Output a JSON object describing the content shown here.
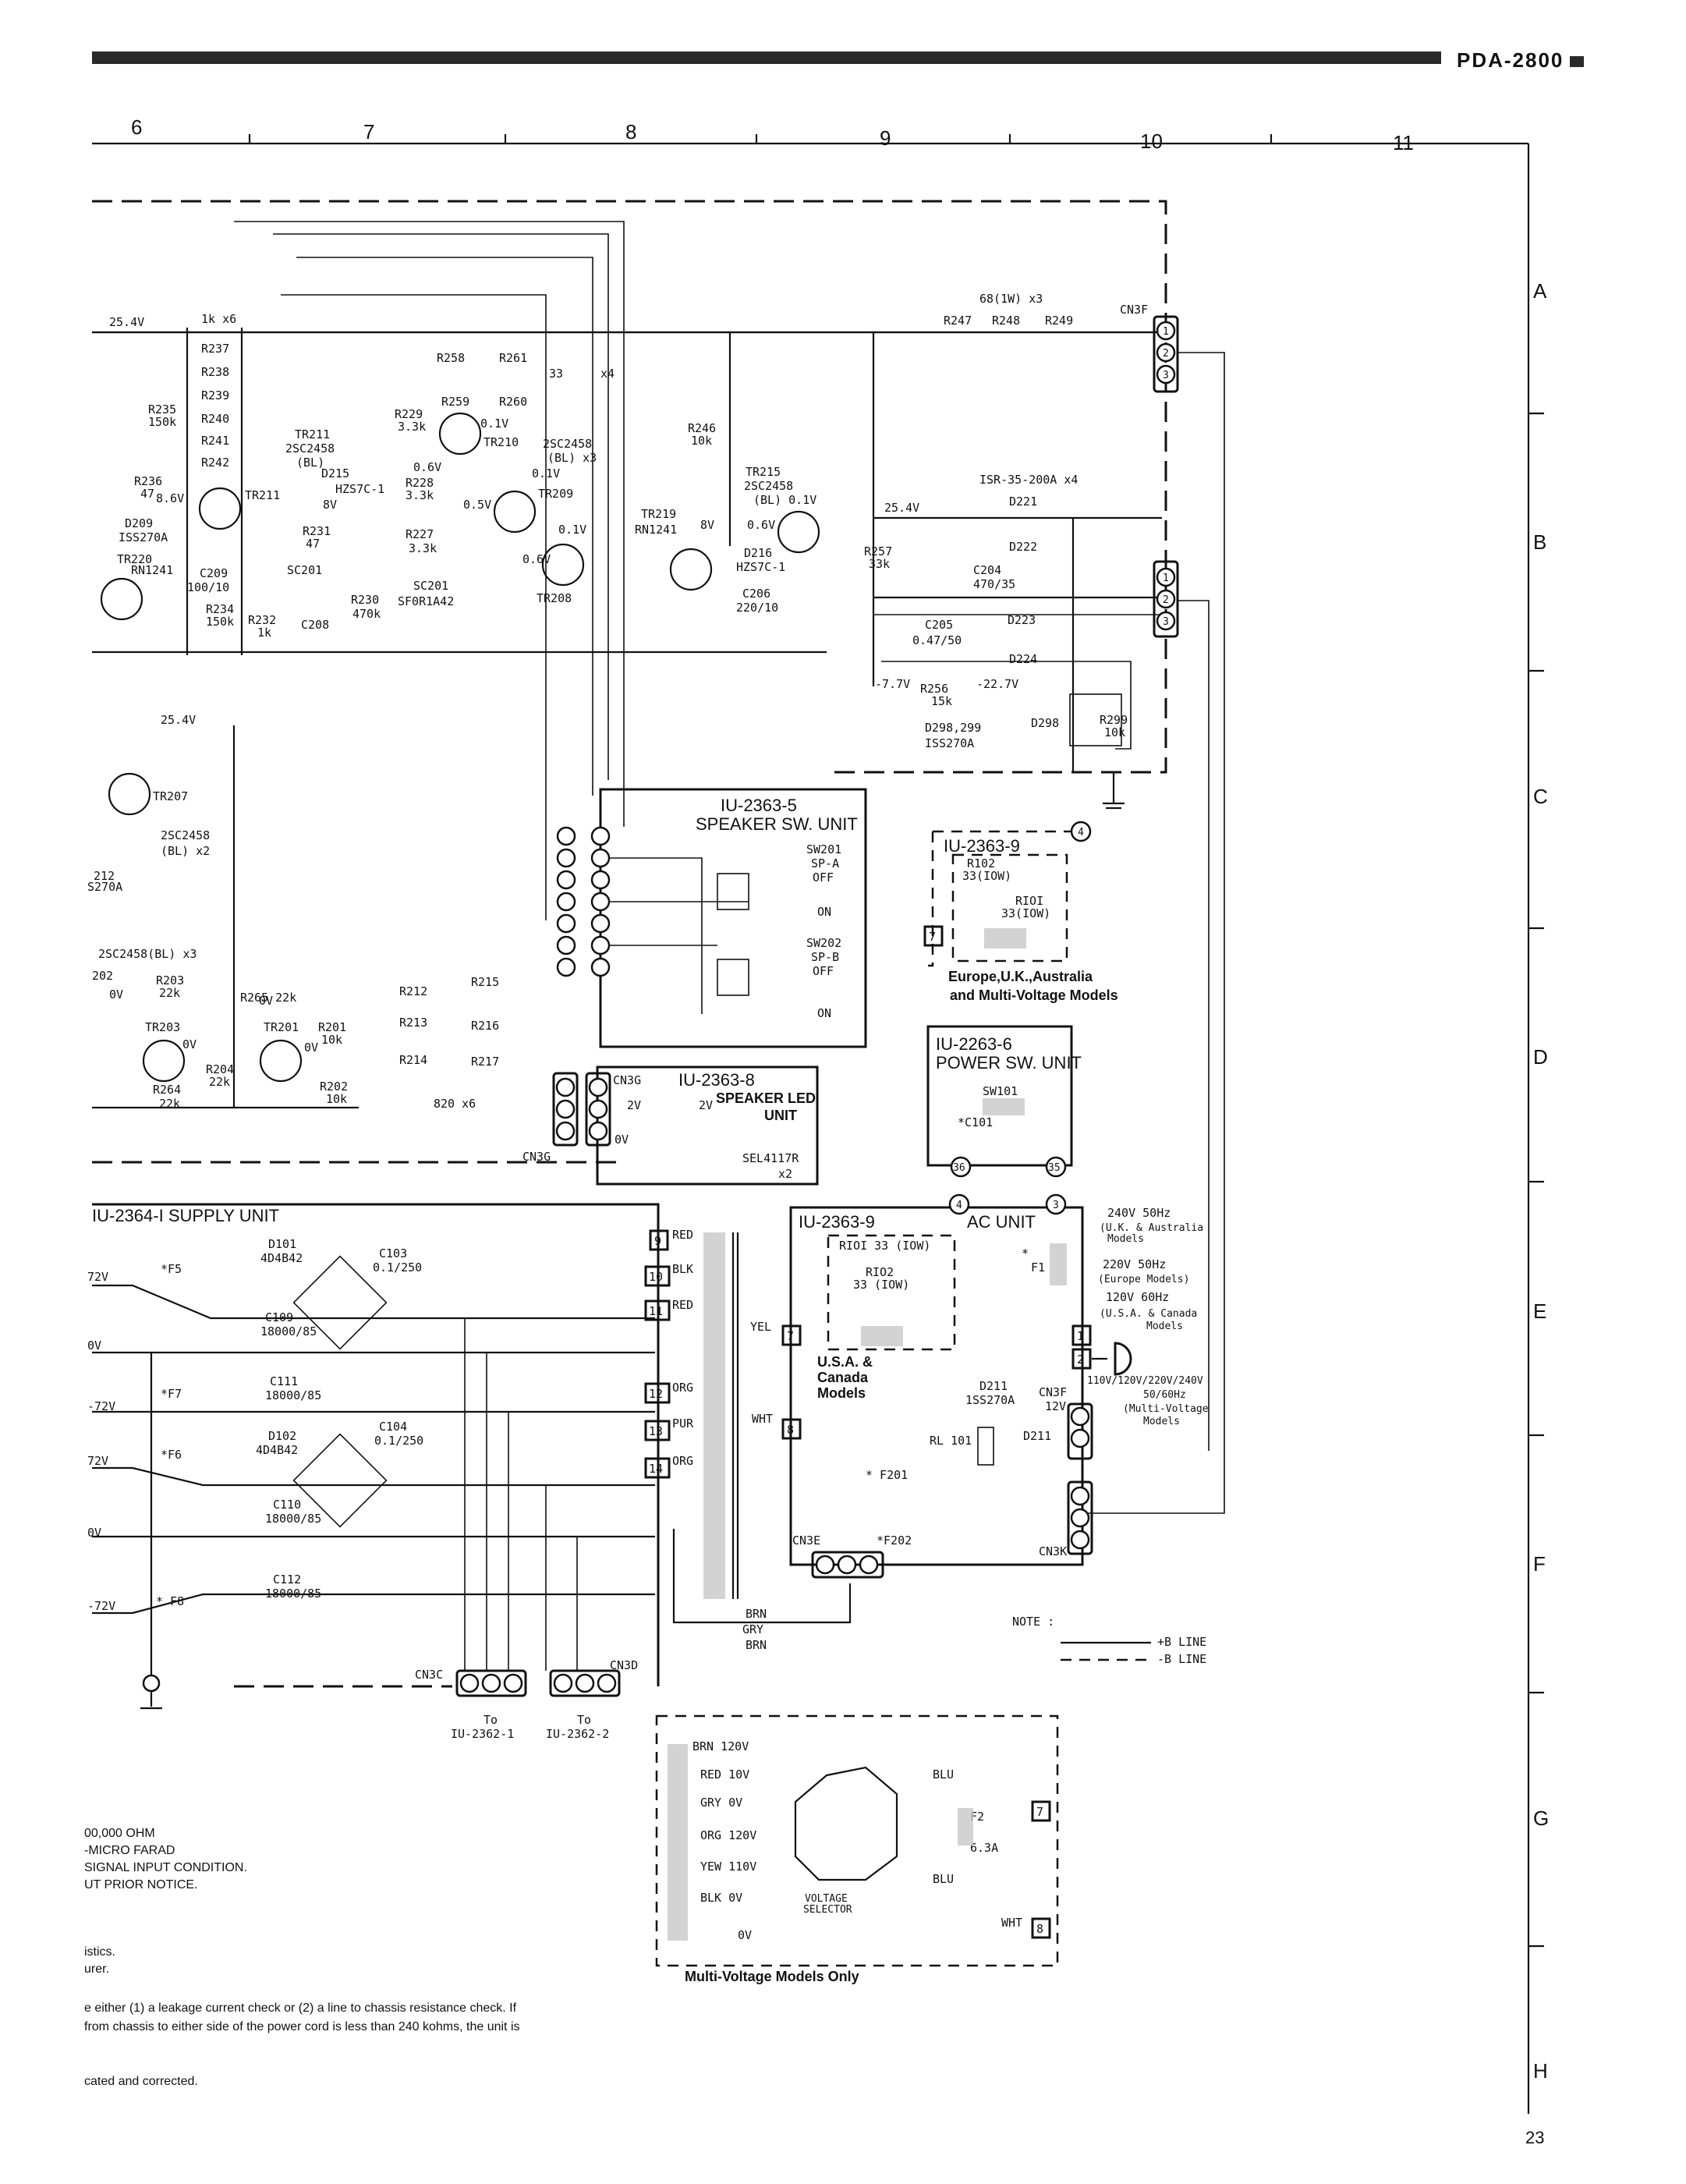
{
  "header": {
    "model": "PDA-2800"
  },
  "grid": {
    "columns": [
      "6",
      "7",
      "8",
      "9",
      "10",
      "11"
    ],
    "rows": [
      "A",
      "B",
      "C",
      "D",
      "E",
      "F",
      "G",
      "H"
    ]
  },
  "units": {
    "speaker_sw": {
      "id": "IU-2363-5",
      "name": "SPEAKER SW. UNIT",
      "sw201": [
        "SW201",
        "SP-A",
        "OFF",
        "ON"
      ],
      "sw202": [
        "SW202",
        "SP-B",
        "OFF",
        "ON"
      ]
    },
    "speaker_led": {
      "id": "IU-2363-8",
      "name": "SPEAKER LED",
      "name2": "UNIT",
      "part": "SEL4117R",
      "qty": "x2",
      "cn": "CN3G"
    },
    "iu2363_9_top": {
      "id": "IU-2363-9",
      "r102": "R102",
      "r102v": "33(IOW)",
      "r101": "RIOI",
      "r101v": "33(IOW)",
      "caption1": "Europe,U.K.,Australia",
      "caption2": "and Multi-Voltage Models"
    },
    "power_sw": {
      "id": "IU-2263-6",
      "name": "POWER SW. UNIT",
      "sw": "SW101",
      "cap": "*C101"
    },
    "ac_unit": {
      "id": "IU-2363-9",
      "name": "AC UNIT",
      "r101": "RIOI 33 (IOW)",
      "r102": "RIO2",
      "r102v": "33 (IOW)",
      "models1": "U.S.A. &",
      "models2": "Canada",
      "models3": "Models"
    },
    "supply": {
      "id": "IU-2364-I SUPPLY UNIT"
    },
    "multi_voltage": {
      "caption": "Multi-Voltage Models Only",
      "selector1": "VOLTAGE",
      "selector2": "SELECTOR",
      "fuse": "F2",
      "fusev": "6.3A"
    }
  },
  "voltages": [
    "25.4V",
    "8.6V",
    "8V",
    "0.6V",
    "0.5V",
    "0.1V",
    "-7.7V",
    "-22.7V",
    "72V",
    "0V",
    "-72V",
    "2V"
  ],
  "mains": {
    "v240": "240V 50Hz",
    "v240m": "(U.K. & Australia",
    "v240m2": "Models",
    "v220": "220V 50Hz",
    "v220m": "(Europe Models)",
    "v120": "120V 60Hz",
    "v120m": "(U.S.A. & Canada",
    "v120m2": "Models",
    "multi": "110V/120V/220V/240V",
    "multi2": "50/60Hz",
    "multi3": "(Multi-Voltage",
    "multi4": "Models"
  },
  "note": {
    "title": "NOTE :",
    "plus": "+B LINE",
    "minus": "-B LINE"
  },
  "footnotes": [
    "00,000 OHM",
    "-MICRO FARAD",
    " SIGNAL INPUT CONDITION.",
    "UT PRIOR NOTICE.",
    "istics.",
    "urer.",
    "e either (1) a leakage current check or (2) a line to chassis resistance check. If",
    "from chassis to either side of the power cord is less than 240 kohms, the unit is",
    "cated and corrected."
  ],
  "page_number": "23"
}
